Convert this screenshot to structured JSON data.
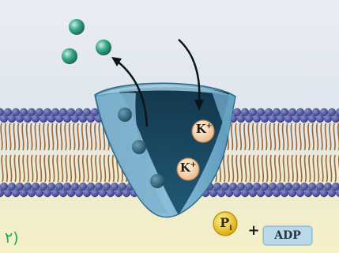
{
  "diagram": {
    "ion_label": "K",
    "ion_charge": "+",
    "phosphate_label": "P",
    "phosphate_subscript": "i",
    "plus_sign": "+",
    "adp_label": "ADP",
    "figure_number": "۲)"
  },
  "colors": {
    "background_top": "#e3e8f0",
    "background_bottom": "#f3efc9",
    "lipid_head": "#4a4f9a",
    "lipid_tail": "#9b6a3a",
    "protein_light": "#6ea7c6",
    "protein_dark": "#123e55",
    "ion_sphere": "#3aa98a",
    "potassium": "#f7e3c4",
    "phosphate": "#f2c400",
    "adp_box": "#b9d8e8",
    "figure_number": "#1ea84a"
  }
}
